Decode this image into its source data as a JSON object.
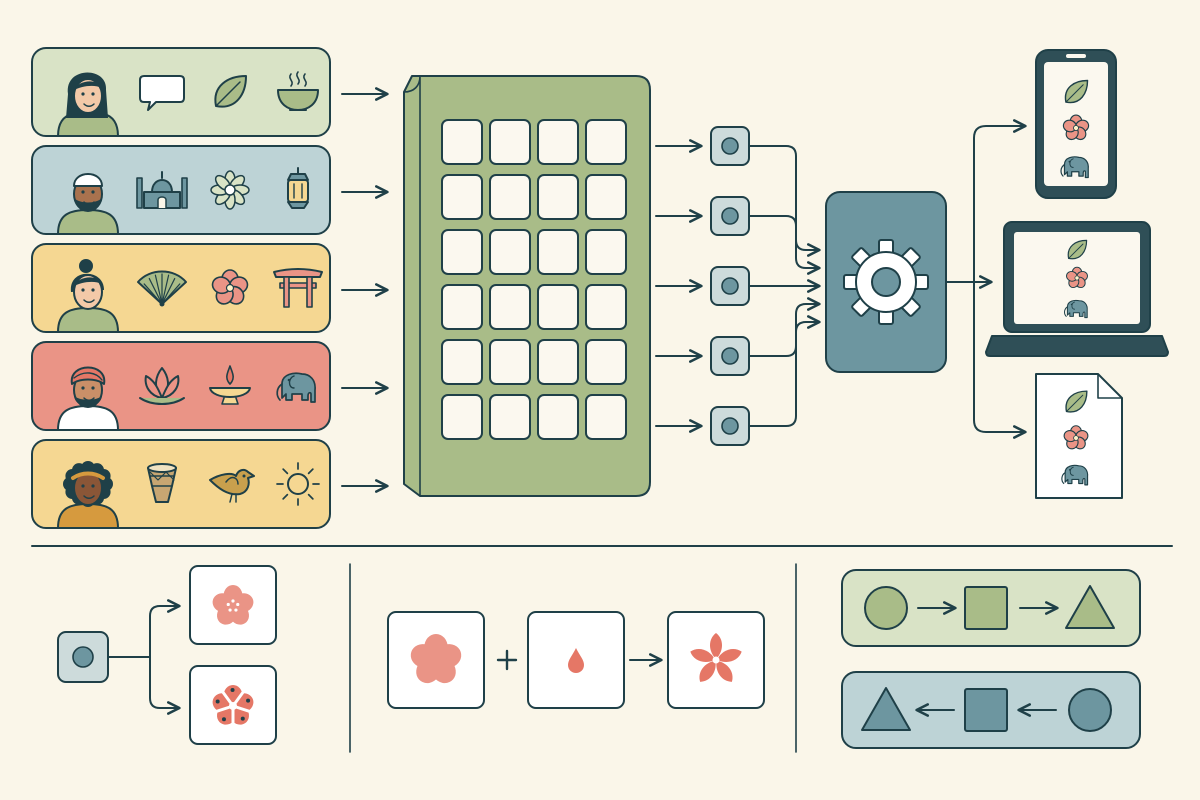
{
  "palette": {
    "background": "#faf6e9",
    "ink": "#1f4048",
    "green": "#a9bc88",
    "green_light": "#d9e3c6",
    "teal": "#6d96a0",
    "teal_light": "#bdd3d6",
    "yellow": "#f5d792",
    "coral": "#ea9486",
    "coral_dark": "#e57766",
    "node_fill": "#cddbdb",
    "white": "#ffffff"
  },
  "culture_rows": [
    {
      "id": "row-1",
      "band": "#d9e3c6",
      "person": "person-long-hair",
      "icons": [
        "speech-bubble-icon",
        "leaf-icon",
        "steaming-bowl-icon"
      ]
    },
    {
      "id": "row-2",
      "band": "#bdd3d6",
      "person": "person-cap-beard",
      "icons": [
        "mosque-icon",
        "geometric-star-icon",
        "lantern-icon"
      ]
    },
    {
      "id": "row-3",
      "band": "#f5d792",
      "person": "person-hair-bun",
      "icons": [
        "folding-fan-icon",
        "cherry-blossom-icon",
        "torii-gate-icon"
      ]
    },
    {
      "id": "row-4",
      "band": "#ea9486",
      "person": "person-turban",
      "icons": [
        "lotus-icon",
        "oil-lamp-icon",
        "elephant-icon"
      ]
    },
    {
      "id": "row-5",
      "band": "#f5d792",
      "person": "person-headband",
      "icons": [
        "drum-icon",
        "bird-icon",
        "sun-icon"
      ]
    }
  ],
  "embedding_grid": {
    "rows": 6,
    "cols": 4
  },
  "feature_nodes": 5,
  "processor": {
    "icon": "gear-icon"
  },
  "outputs": [
    {
      "device": "phone-icon",
      "icons": [
        "leaf-icon",
        "cherry-blossom-icon",
        "elephant-icon"
      ]
    },
    {
      "device": "laptop-icon",
      "icons": [
        "leaf-icon",
        "cherry-blossom-icon",
        "elephant-icon"
      ]
    },
    {
      "device": "document-icon",
      "icons": [
        "leaf-icon",
        "cherry-blossom-icon",
        "elephant-icon"
      ]
    }
  ],
  "bottom_panels": {
    "branching": {
      "node": "feature-node",
      "results": [
        "cherry-blossom-icon",
        "cherry-blossom-variant-icon"
      ]
    },
    "combination": {
      "inputs": [
        "cherry-blossom-icon",
        "droplet-icon"
      ],
      "result": "cherry-blossom-blend-icon"
    },
    "sequences": [
      {
        "band": "#d9e3c6",
        "fill": "#a9bc88",
        "shapes": [
          "circle",
          "square",
          "triangle"
        ],
        "direction": "right"
      },
      {
        "band": "#bdd3d6",
        "fill": "#6d96a0",
        "shapes": [
          "triangle",
          "square",
          "circle"
        ],
        "direction": "left"
      }
    ]
  }
}
